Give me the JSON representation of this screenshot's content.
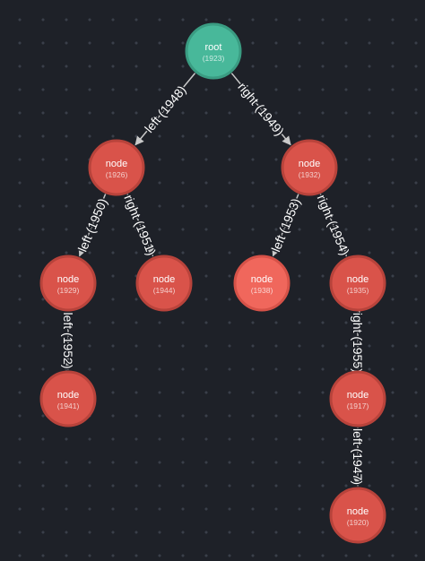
{
  "colors": {
    "root_fill": "#48b89a",
    "root_stroke": "#3a9c82",
    "node_fill": "#d9534a",
    "node_stroke": "#b8433b",
    "highlight_fill": "#f0675c",
    "highlight_stroke": "#d65248",
    "edge": "#c9c9c9"
  },
  "nodes": [
    {
      "key": "n1923",
      "title": "root",
      "id": "(1923)",
      "kind": "root"
    },
    {
      "key": "n1926",
      "title": "node",
      "id": "(1926)",
      "kind": "node"
    },
    {
      "key": "n1932",
      "title": "node",
      "id": "(1932)",
      "kind": "node"
    },
    {
      "key": "n1929",
      "title": "node",
      "id": "(1929)",
      "kind": "node"
    },
    {
      "key": "n1944",
      "title": "node",
      "id": "(1944)",
      "kind": "node"
    },
    {
      "key": "n1938",
      "title": "node",
      "id": "(1938)",
      "kind": "highlight"
    },
    {
      "key": "n1935",
      "title": "node",
      "id": "(1935)",
      "kind": "node"
    },
    {
      "key": "n1941",
      "title": "node",
      "id": "(1941)",
      "kind": "node"
    },
    {
      "key": "n1917",
      "title": "node",
      "id": "(1917)",
      "kind": "node"
    },
    {
      "key": "n1920",
      "title": "node",
      "id": "(1920)",
      "kind": "node"
    }
  ],
  "edges": [
    {
      "from": "n1923",
      "to": "n1926",
      "label": "left (1948)"
    },
    {
      "from": "n1923",
      "to": "n1932",
      "label": "right (1949)"
    },
    {
      "from": "n1926",
      "to": "n1929",
      "label": "left (1950)"
    },
    {
      "from": "n1926",
      "to": "n1944",
      "label": "right (1951)"
    },
    {
      "from": "n1932",
      "to": "n1938",
      "label": "left (1953)"
    },
    {
      "from": "n1932",
      "to": "n1935",
      "label": "right (1954)"
    },
    {
      "from": "n1929",
      "to": "n1941",
      "label": "left (1952)"
    },
    {
      "from": "n1935",
      "to": "n1917",
      "label": "right (1955)"
    },
    {
      "from": "n1917",
      "to": "n1920",
      "label": "left (1947)"
    }
  ]
}
